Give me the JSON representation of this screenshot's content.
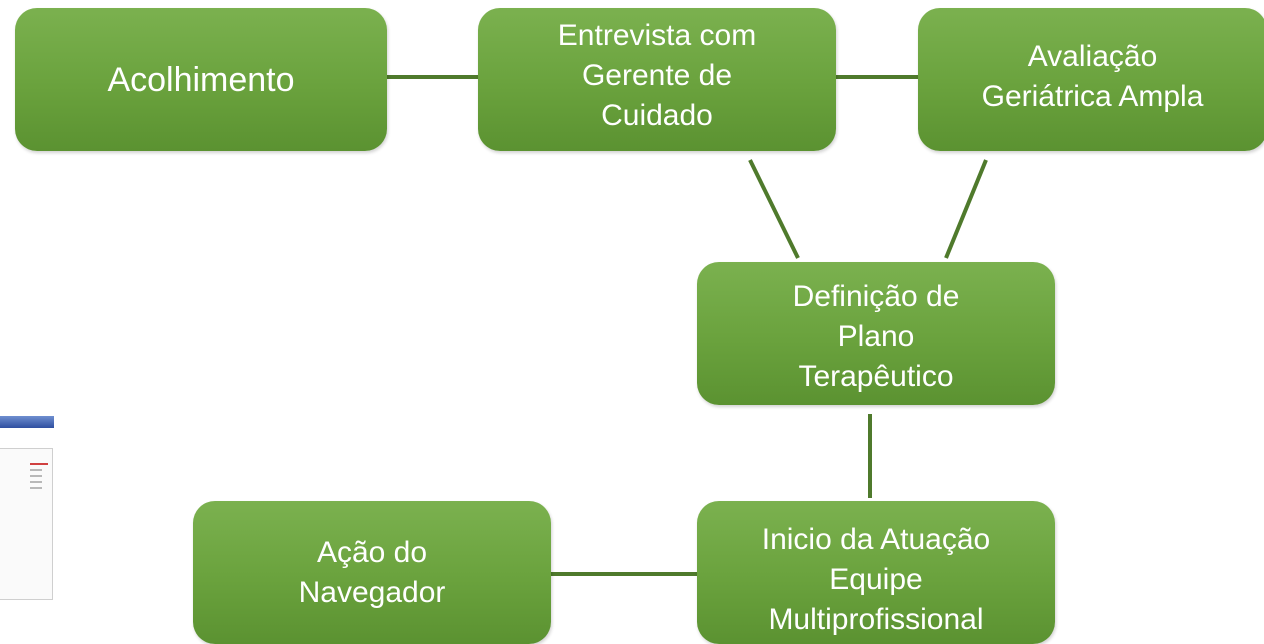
{
  "colors": {
    "node_fill": "#6aa23d",
    "node_text": "#ffffff",
    "connector": "#4f7a2c"
  },
  "nodes": {
    "acolhimento": {
      "label": "Acolhimento"
    },
    "entrevista": {
      "label": "Entrevista com\nGerente de\nCuidado"
    },
    "avaliacao": {
      "label": "Avaliação\nGeriátrica Ampla"
    },
    "definicao": {
      "label": "Definição de\nPlano\nTerapêutico"
    },
    "inicio": {
      "label": "Inicio da Atuação\nEquipe\nMultiprofissional"
    },
    "acao": {
      "label": "Ação do\nNavegador"
    }
  },
  "edges": [
    {
      "from": "acolhimento",
      "to": "entrevista"
    },
    {
      "from": "entrevista",
      "to": "avaliacao"
    },
    {
      "from": "entrevista",
      "to": "definicao"
    },
    {
      "from": "avaliacao",
      "to": "definicao"
    },
    {
      "from": "definicao",
      "to": "inicio"
    },
    {
      "from": "inicio",
      "to": "acao"
    }
  ]
}
